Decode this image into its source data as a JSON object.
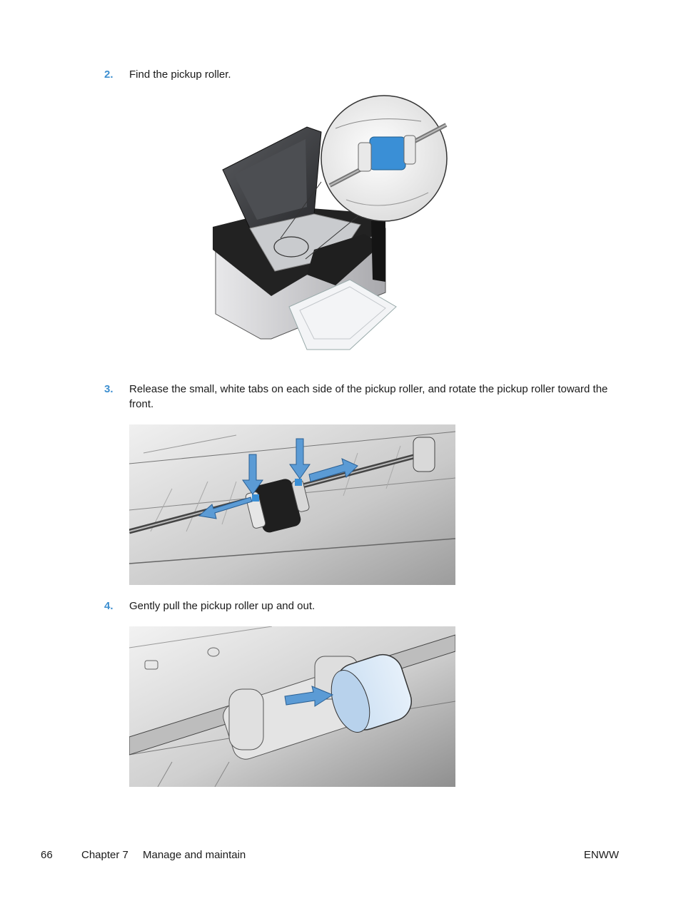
{
  "steps": [
    {
      "number": "2.",
      "text": "Find the pickup roller."
    },
    {
      "number": "3.",
      "text": "Release the small, white tabs on each side of the pickup roller, and rotate the pickup roller toward the front."
    },
    {
      "number": "4.",
      "text": "Gently pull the pickup roller up and out."
    }
  ],
  "footer": {
    "page_number": "66",
    "chapter": "Chapter 7",
    "chapter_title": "Manage and maintain",
    "right_label": "ENWW"
  },
  "colors": {
    "accent": "#3d8fd0",
    "arrow": "#5b9bd5",
    "roller_highlight": "#3a8fd6"
  }
}
